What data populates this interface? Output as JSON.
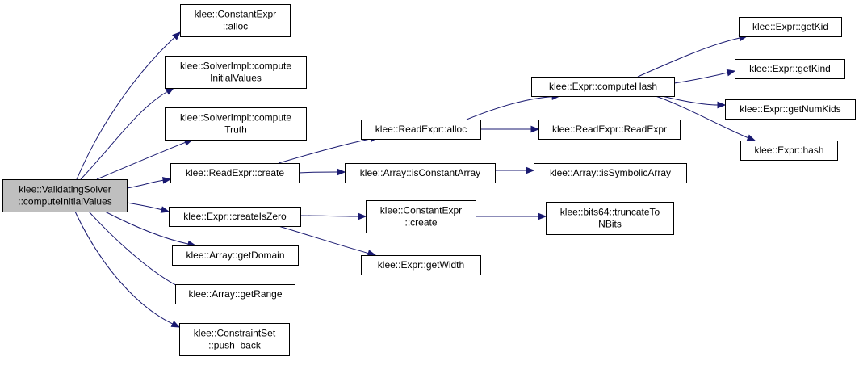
{
  "diagram": {
    "nodes": [
      {
        "id": "root",
        "lines": [
          "klee::ValidatingSolver",
          "::computeInitialValues"
        ],
        "highlighted": true
      },
      {
        "id": "ce_alloc",
        "lines": [
          "klee::ConstantExpr",
          "::alloc"
        ]
      },
      {
        "id": "si_civ",
        "lines": [
          "klee::SolverImpl::compute",
          "InitialValues"
        ]
      },
      {
        "id": "si_ct",
        "lines": [
          "klee::SolverImpl::compute",
          "Truth"
        ]
      },
      {
        "id": "re_create",
        "lines": [
          "klee::ReadExpr::create"
        ]
      },
      {
        "id": "e_ciz",
        "lines": [
          "klee::Expr::createIsZero"
        ]
      },
      {
        "id": "a_gd",
        "lines": [
          "klee::Array::getDomain"
        ]
      },
      {
        "id": "a_gr",
        "lines": [
          "klee::Array::getRange"
        ]
      },
      {
        "id": "cs_pb",
        "lines": [
          "klee::ConstraintSet",
          "::push_back"
        ]
      },
      {
        "id": "re_alloc",
        "lines": [
          "klee::ReadExpr::alloc"
        ]
      },
      {
        "id": "a_ica",
        "lines": [
          "klee::Array::isConstantArray"
        ]
      },
      {
        "id": "ce_create",
        "lines": [
          "klee::ConstantExpr",
          "::create"
        ]
      },
      {
        "id": "e_gw",
        "lines": [
          "klee::Expr::getWidth"
        ]
      },
      {
        "id": "e_ch",
        "lines": [
          "klee::Expr::computeHash"
        ]
      },
      {
        "id": "re_re",
        "lines": [
          "klee::ReadExpr::ReadExpr"
        ]
      },
      {
        "id": "a_isa",
        "lines": [
          "klee::Array::isSymbolicArray"
        ]
      },
      {
        "id": "b_ttn",
        "lines": [
          "klee::bits64::truncateTo",
          "NBits"
        ]
      },
      {
        "id": "e_gkid",
        "lines": [
          "klee::Expr::getKid"
        ]
      },
      {
        "id": "e_gkind",
        "lines": [
          "klee::Expr::getKind"
        ]
      },
      {
        "id": "e_gnk",
        "lines": [
          "klee::Expr::getNumKids"
        ]
      },
      {
        "id": "e_hash",
        "lines": [
          "klee::Expr::hash"
        ]
      }
    ],
    "edges": [
      [
        "root",
        "ce_alloc"
      ],
      [
        "root",
        "si_civ"
      ],
      [
        "root",
        "si_ct"
      ],
      [
        "root",
        "re_create"
      ],
      [
        "root",
        "e_ciz"
      ],
      [
        "root",
        "a_gd"
      ],
      [
        "root",
        "a_gr"
      ],
      [
        "root",
        "cs_pb"
      ],
      [
        "re_create",
        "re_alloc"
      ],
      [
        "re_create",
        "a_ica"
      ],
      [
        "e_ciz",
        "ce_create"
      ],
      [
        "e_ciz",
        "e_gw"
      ],
      [
        "re_alloc",
        "e_ch"
      ],
      [
        "re_alloc",
        "re_re"
      ],
      [
        "a_ica",
        "a_isa"
      ],
      [
        "ce_create",
        "b_ttn"
      ],
      [
        "e_ch",
        "e_gkid"
      ],
      [
        "e_ch",
        "e_gkind"
      ],
      [
        "e_ch",
        "e_gnk"
      ],
      [
        "e_ch",
        "e_hash"
      ]
    ],
    "colors": {
      "edge": "#191970",
      "root_fill": "#bfbfbf",
      "node_fill": "#ffffff",
      "border": "#000000"
    }
  }
}
